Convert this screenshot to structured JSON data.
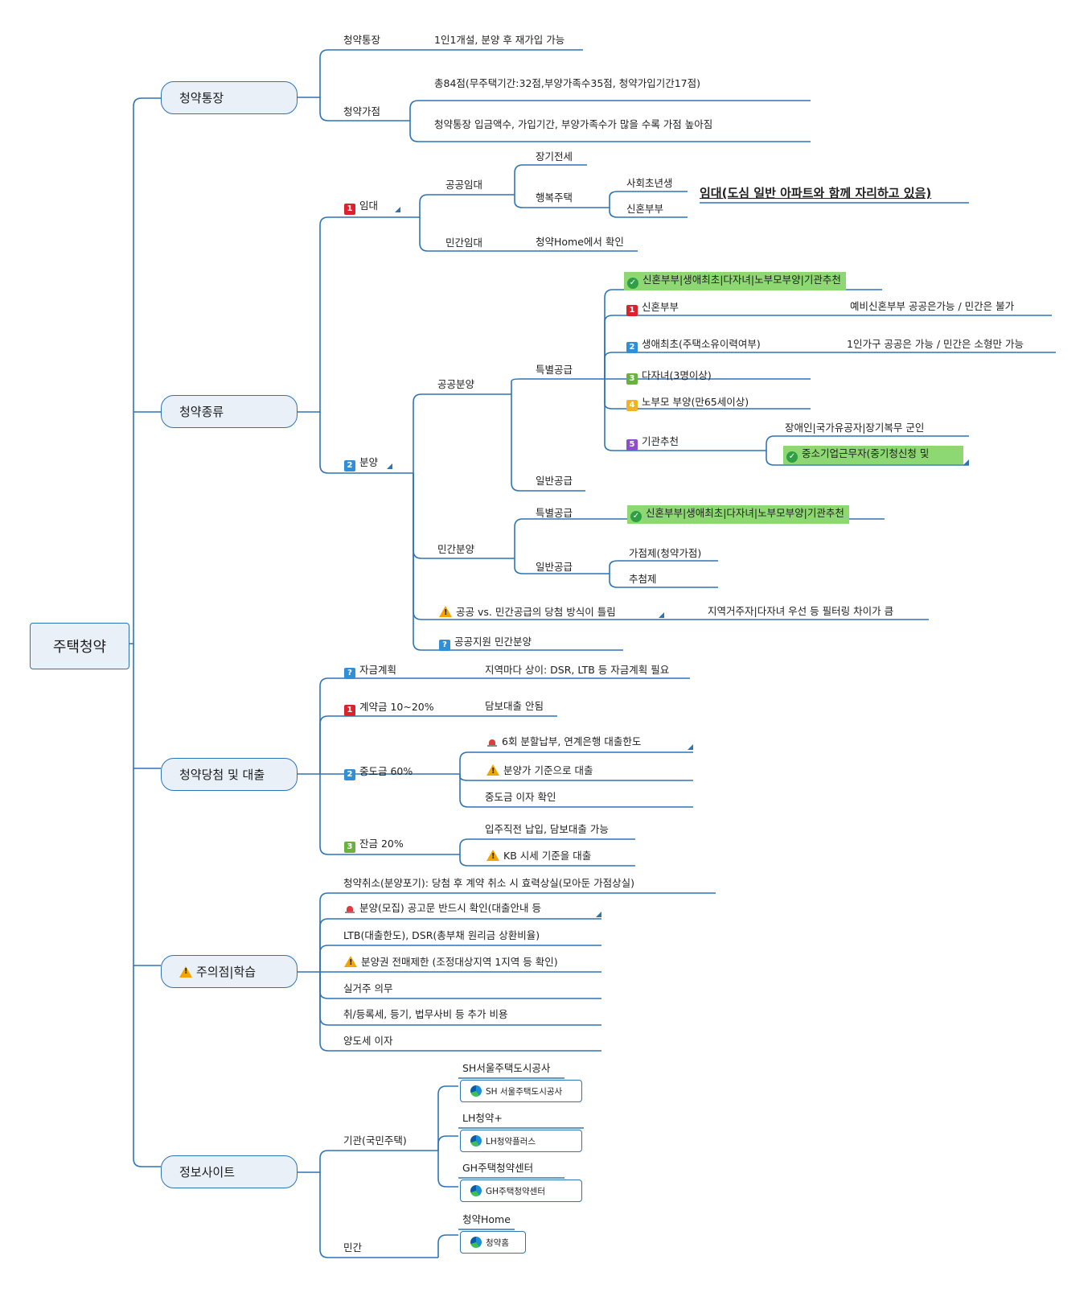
{
  "root": "주택청약",
  "branches": {
    "b1": "청약통장",
    "b2": "청약종류",
    "b3": "청약당첨 및 대출",
    "b4": "주의점|학습",
    "b5": "정보사이트"
  },
  "account": {
    "bankbook": "청약통장",
    "bankbook_note": "1인1개설, 분양 후 재가입 가능",
    "score": "청약가점",
    "score_note1": "총84점(무주택기간:32점,부양가족수35점, 청약가입기간17점)",
    "score_note2": "청약통장 입금액수, 가입기간, 부양가족수가 많을 수록 가점 높아짐"
  },
  "types": {
    "rent": "임대",
    "public_rent": "공공임대",
    "long_jeonse": "장기전세",
    "happy_house": "행복주택",
    "youth": "사회초년생",
    "newlywed": "신혼부부",
    "rent_note": "임대(도심 일반 아파트와 함께 자리하고 있음)",
    "private_rent": "민간임대",
    "private_rent_note": "청약Home에서 확인",
    "sale": "분양",
    "public_sale": "공공분양",
    "special": "특별공급",
    "special_tags": "신혼부부|생애최초|다자녀|노부모부양|기관추천",
    "s1": "신혼부부",
    "s1_note": "예비신혼부부 공공은가능 / 민간은 불가",
    "s2": "생애최초(주택소유이력여부)",
    "s2_note": "1인가구 공공은 가능 / 민간은 소형만 가능",
    "s3": "다자녀(3명이상)",
    "s4": "노부모 부양(만65세이상)",
    "s5": "기관추천",
    "s5_note1": "장애인|국가유공자|장기복무 군인",
    "s5_note2": "중소기업근무자(중기청신청 및",
    "general": "일반공급",
    "private_sale": "민간분양",
    "p_special": "특별공급",
    "p_special_tags": "신혼부부|생애최초|다자녀|노부모부양|기관추천",
    "p_general": "일반공급",
    "score_system": "가점제(청약가점)",
    "lottery": "추첨제",
    "diff": "공공 vs. 민간공급의 당첨 방식이 틀림",
    "diff_note": "지역거주자|다자녀 우선 등 필터링 차이가 큼",
    "public_support": "공공지원 민간분양"
  },
  "loan": {
    "plan": "자금계획",
    "plan_note": "지역마다 상이: DSR, LTB 등 자금계획 필요",
    "deposit": "계약금 10~20%",
    "deposit_note": "담보대출 안됨",
    "middle": "중도금 60%",
    "middle_1": "6회 분할납부, 연계은행 대출한도",
    "middle_2": "분양가 기준으로 대출",
    "middle_3": "중도금 이자 확인",
    "balance": "잔금 20%",
    "balance_1": "입주직전 납입, 담보대출 가능",
    "balance_2": "KB 시세 기준을 대출"
  },
  "caution": {
    "c1": "청약취소(분양포기): 당첨 후 계약 취소 시 효력상실(모아둔 가점상실)",
    "c2": "분양(모집) 공고문 반드시 확인(대출안내 등",
    "c3": "LTB(대출한도), DSR(총부채 원리금 상환비율)",
    "c4": "분양권 전매제한 (조정대상지역 1지역 등 확인)",
    "c5": "실거주 의무",
    "c6": "취/등록세, 등기, 법무사비 등 추가 비용",
    "c7": "양도세 이자"
  },
  "sites": {
    "agency": "기관(국민주택)",
    "sh": "SH서울주택도시공사",
    "sh_link": "SH 서울주택도시공사",
    "lh": "LH청약+",
    "lh_link": "LH청약플러스",
    "gh": "GH주택청약센터",
    "gh_link": "GH주택청약센터",
    "private": "민간",
    "home": "청약Home",
    "home_link": "청약홈"
  },
  "colors": {
    "line": "#2e74b5",
    "node_fill": "#e9f0f8",
    "highlight": "#8ed873"
  }
}
